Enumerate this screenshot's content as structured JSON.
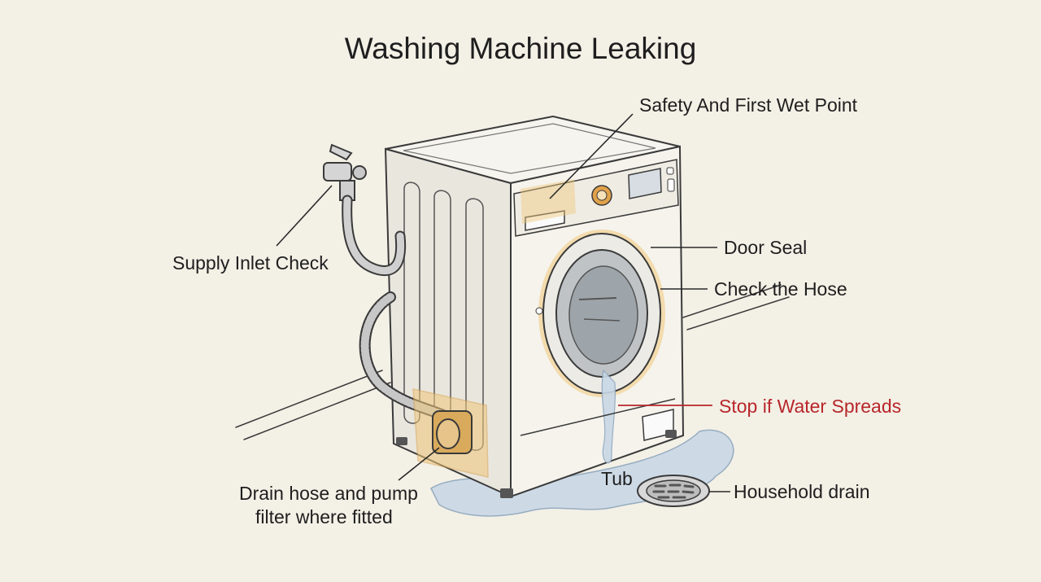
{
  "title": "Washing Machine Leaking",
  "labels": {
    "safety": "Safety And First Wet Point",
    "supply_inlet": "Supply Inlet Check",
    "door_seal": "Door Seal",
    "check_hose": "Check the Hose",
    "stop_water": "Stop if Water Spreads",
    "drain_hose_line1": "Drain hose and pump",
    "drain_hose_line2": "filter where fitted",
    "tub": "Tub",
    "household_drain": "Household drain"
  },
  "colors": {
    "background": "#f3f0e6",
    "highlight": "#f0c77a",
    "warning": "#b8262a",
    "water": "#c9d8e6"
  }
}
